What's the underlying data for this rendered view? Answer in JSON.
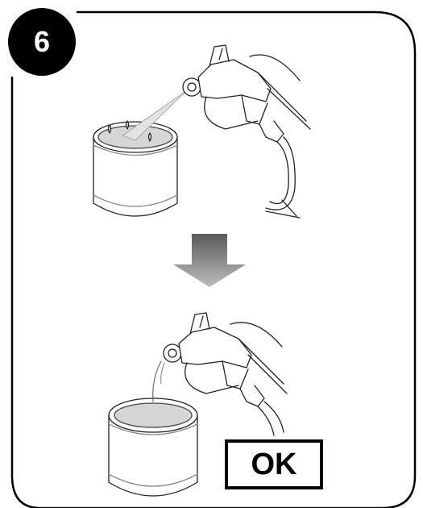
{
  "step": {
    "number": "6"
  },
  "result": {
    "label": "OK"
  },
  "colors": {
    "frame": "#000000",
    "arrow_top": "#5a5a5a",
    "arrow_bottom": "#bdbdbd",
    "liquid": "#d6d6d6"
  },
  "icons": {
    "top_scene": "spray-gun-spraying-into-can",
    "bottom_scene": "spray-gun-dripping-over-can",
    "transition": "down-arrow-icon"
  }
}
